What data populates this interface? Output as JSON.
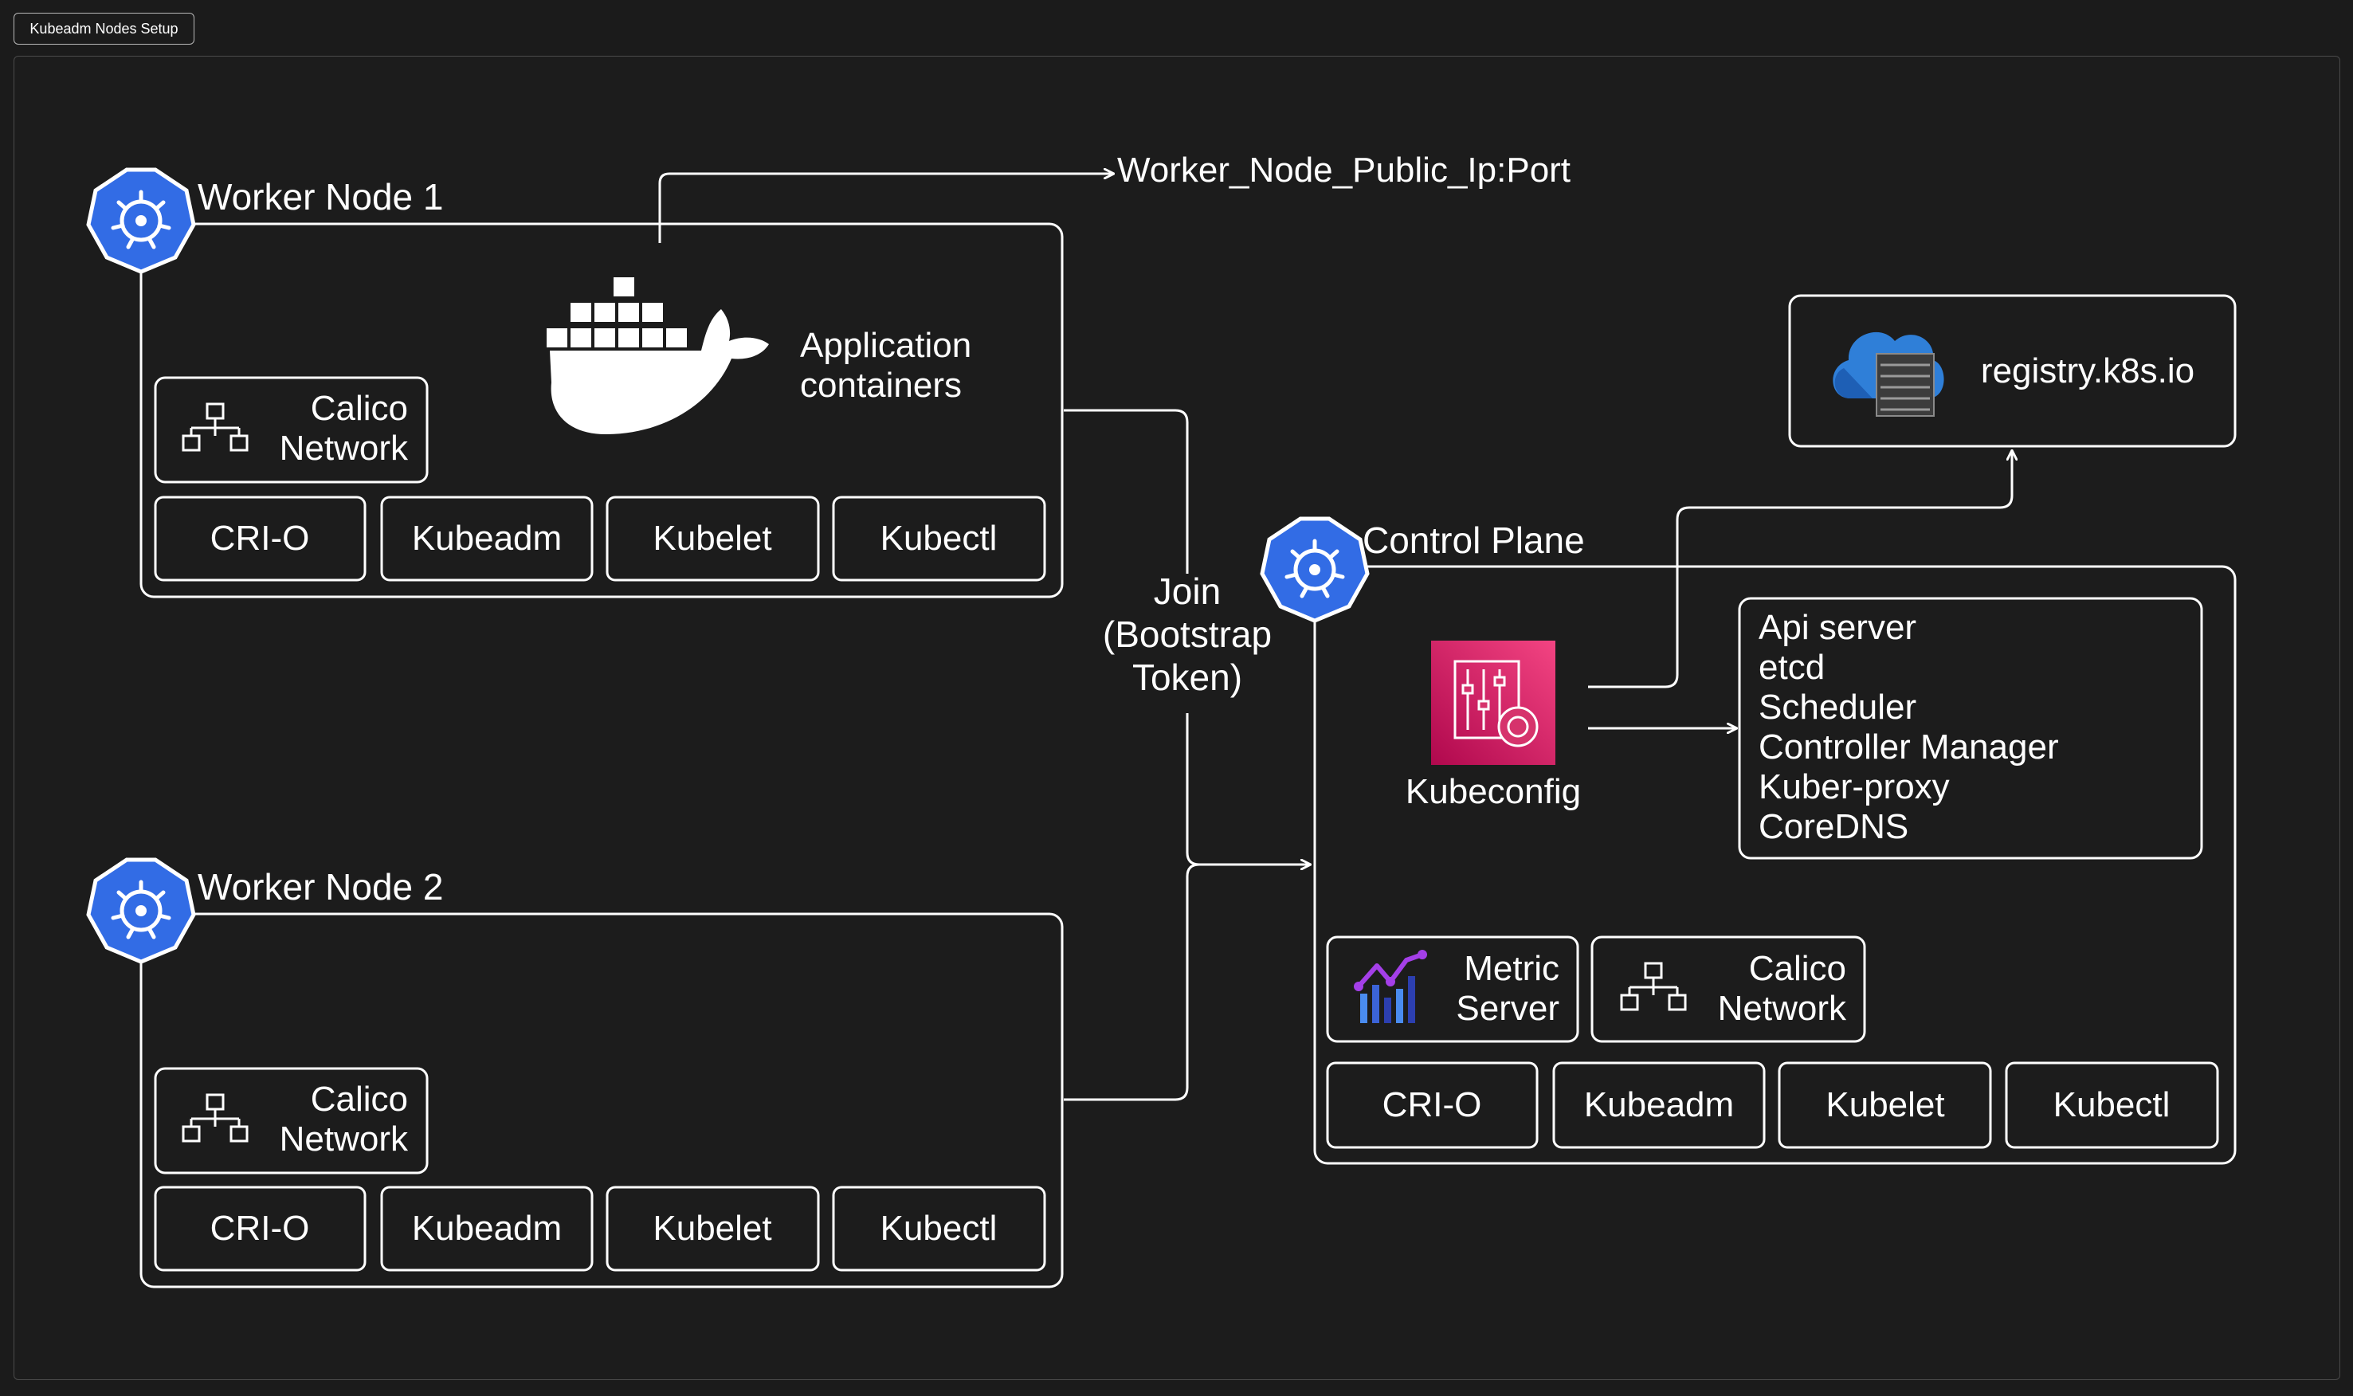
{
  "frame": {
    "title": "Kubeadm Nodes Setup"
  },
  "worker1": {
    "title": "Worker Node 1",
    "docker_label_line1": "Application",
    "docker_label_line2": "containers",
    "calico_line1": "Calico",
    "calico_line2": "Network",
    "components": [
      "CRI-O",
      "Kubeadm",
      "Kubelet",
      "Kubectl"
    ]
  },
  "worker2": {
    "title": "Worker Node 2",
    "calico_line1": "Calico",
    "calico_line2": "Network",
    "components": [
      "CRI-O",
      "Kubeadm",
      "Kubelet",
      "Kubectl"
    ]
  },
  "public_endpoint": "Worker_Node_Public_Ip:Port",
  "join": {
    "line1": "Join",
    "line2": "(Bootstrap",
    "line3": "Token)"
  },
  "registry": {
    "label": "registry.k8s.io"
  },
  "control_plane": {
    "title": "Control Plane",
    "kubeconfig_label": "Kubeconfig",
    "core_components": [
      "Api server",
      "etcd",
      "Scheduler",
      "Controller Manager",
      "Kuber-proxy",
      "CoreDNS"
    ],
    "metric_line1": "Metric",
    "metric_line2": "Server",
    "calico_line1": "Calico",
    "calico_line2": "Network",
    "components": [
      "CRI-O",
      "Kubeadm",
      "Kubelet",
      "Kubectl"
    ]
  },
  "colors": {
    "background": "#1b1b1b",
    "stroke": "#ffffff",
    "kubernetes_blue": "#326ce5",
    "kubeconfig_pink": "#d6336c",
    "metric_purple": "#7b3fe4",
    "cloud_blue": "#2f7fd8"
  },
  "icons": [
    "kubernetes-icon",
    "docker-whale-icon",
    "network-hierarchy-icon",
    "cloud-registry-icon",
    "kubeconfig-settings-icon",
    "metrics-chart-icon"
  ]
}
